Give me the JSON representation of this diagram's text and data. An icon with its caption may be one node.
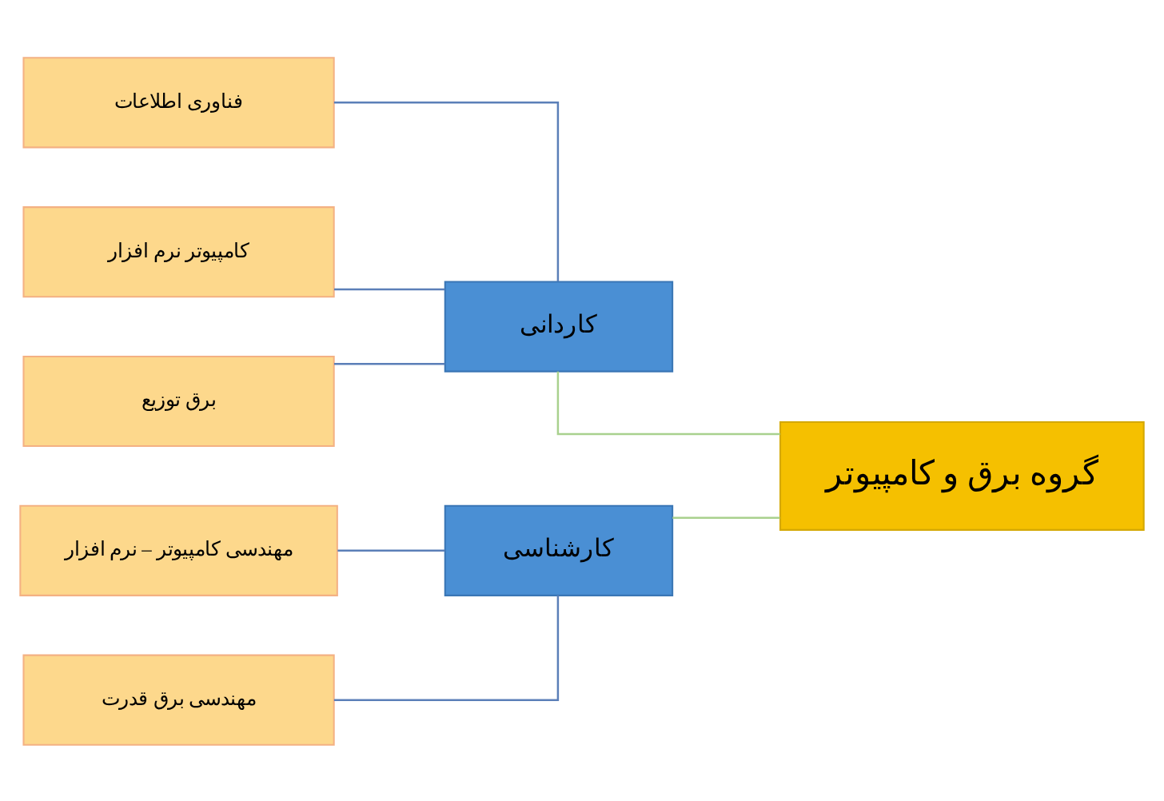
{
  "diagram": {
    "nodes": [
      {
        "text": [
          "گروه برق و کامپیوتر"
        ]
      },
      {
        "text": [
          "کاردانی"
        ]
      },
      {
        "text": [
          "کارشناسی"
        ]
      },
      {
        "text": [
          "فناوری اطلاعات"
        ]
      },
      {
        "text": [
          "کامپیوتر نرم افزار"
        ]
      },
      {
        "text": [
          "برق توزیع"
        ]
      },
      {
        "text": [
          "مهندسی کامپیوتر – نرم افزار"
        ]
      },
      {
        "text": [
          "مهندسی برق قدرت"
        ]
      }
    ],
    "edges": [
      {
        "from": 0,
        "to": 1,
        "arrow": "none",
        "color": "#a9d18e"
      },
      {
        "from": 0,
        "to": 2,
        "arrow": "none",
        "color": "#a9d18e"
      },
      {
        "from": 1,
        "to": 3,
        "arrow": "none"
      },
      {
        "from": 1,
        "to": 4,
        "arrow": "none"
      },
      {
        "from": 1,
        "to": 5,
        "arrow": "none"
      },
      {
        "from": 2,
        "to": 6,
        "arrow": "none"
      },
      {
        "from": 2,
        "to": 7,
        "arrow": "none"
      }
    ]
  }
}
